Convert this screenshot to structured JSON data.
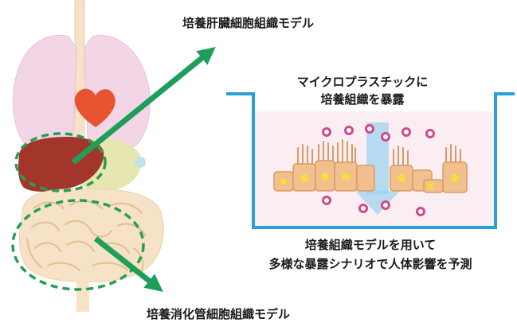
{
  "labels": {
    "liver_model": "培養肝臓細胞組織モデル",
    "gut_model": "培養消化管細胞組織モデル",
    "exposure_line1": "マイクロプラスチックに",
    "exposure_line2": "培養組織を暴露",
    "predict_line1": "培養組織モデルを用いて",
    "predict_line2": "多様な暴露シナリオで人体影響を予測"
  },
  "colors": {
    "arrow_green": "#1f9e5a",
    "dashed_green": "#2a9d55",
    "container_blue": "#2aa0d8",
    "medium_pink": "#fbeef2",
    "cell_fill": "#f2c08f",
    "nucleus": "#f2de3c",
    "particle": "#d04a8a",
    "down_arrow": "#9fd3ee",
    "lung": "#f3d6e6",
    "heart": "#e8542f",
    "liver": "#a3362b",
    "body_outline": "#f6e2c6"
  },
  "icons": [
    "lungs-icon",
    "heart-icon",
    "liver-icon",
    "stomach-icon",
    "intestine-icon",
    "cell-layer-icon",
    "microplastic-particle-icon"
  ]
}
